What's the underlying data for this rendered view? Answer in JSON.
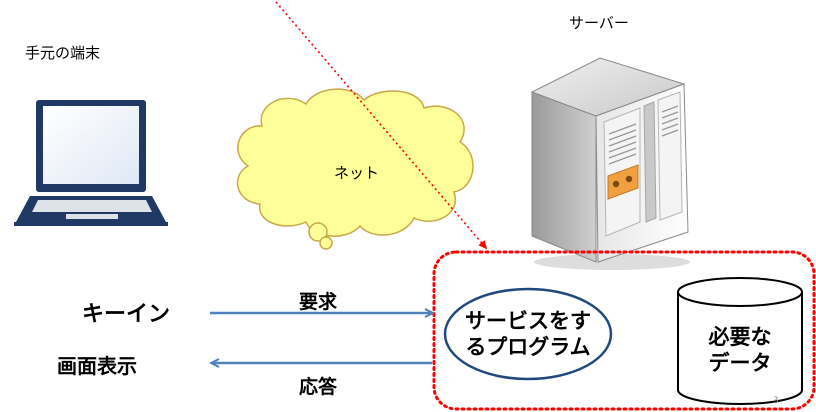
{
  "labels": {
    "terminal": "手元の端末",
    "server": "サーバー",
    "network": "ネット",
    "key_input": "キーイン",
    "screen_display": "画面表示",
    "request": "要求",
    "response": "応答",
    "program_line1": "サービスをす",
    "program_line2": "るプログラム",
    "data_line1": "必要な",
    "data_line2": "データ",
    "page_number": "3"
  },
  "colors": {
    "arrow": "#4f81bd",
    "dotted": "#ff0000",
    "cloud_fill": "#ffff99",
    "cloud_stroke": "#c8a848",
    "laptop": "#1f3864",
    "program_stroke": "#1f497d"
  }
}
